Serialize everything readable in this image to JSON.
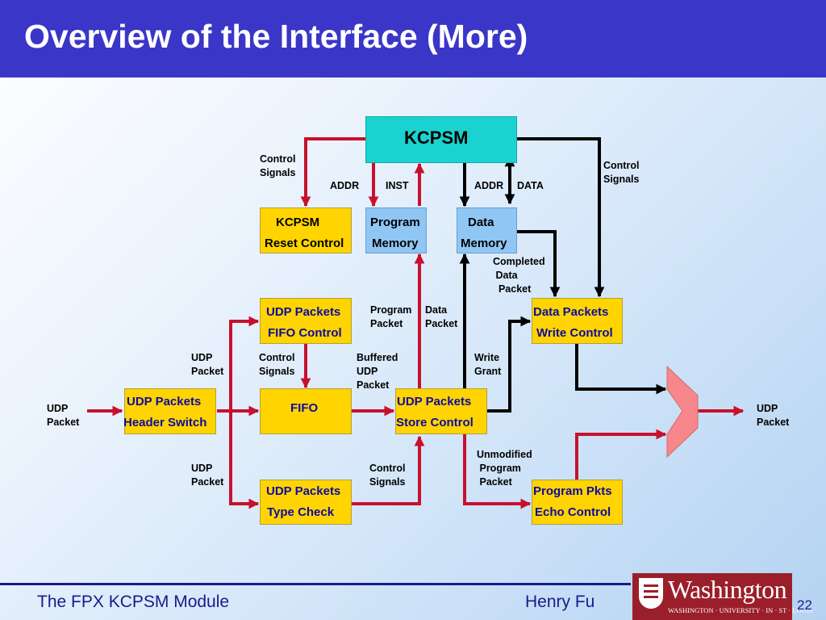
{
  "title": "Overview of the Interface (More)",
  "footer": {
    "left": "The FPX KCPSM Module",
    "author": "Henry Fu",
    "page": "22"
  },
  "logo": {
    "name": "Washington",
    "subtitle": "WASHINGTON · UNIVERSITY · IN · ST · LOUIS"
  },
  "colors": {
    "title_bar": "#3a36c8",
    "module_box": "#ffd400",
    "memory_box": "#8fc6f4",
    "core_box": "#1ad3d0",
    "red_arrow": "#c8102e",
    "black_arrow": "#000000",
    "mux": "#f7878a"
  },
  "boxes": {
    "kcpsm": "KCPSM",
    "reset_1": "KCPSM",
    "reset_2": "Reset Control",
    "prog_1": "Program",
    "prog_2": "Memory",
    "data_1": "Data",
    "data_2": "Memory",
    "fifoc_1": "UDP Packets",
    "fifoc_2": "FIFO Control",
    "dpw_1": "Data Packets",
    "dpw_2": "Write Control",
    "hs_1": "UDP Packets",
    "hs_2": "Header Switch",
    "fifo": "FIFO",
    "sc_1": "UDP Packets",
    "sc_2": "Store Control",
    "tc_1": "UDP Packets",
    "tc_2": "Type Check",
    "echo_1": "Program Pkts",
    "echo_2": "Echo Control"
  },
  "labels": {
    "ctrl_tl_1": "Control",
    "ctrl_tl_2": "Signals",
    "addr_1": "ADDR",
    "inst": "INST",
    "addr_2": "ADDR",
    "data": "DATA",
    "ctrl_tr_1": "Control",
    "ctrl_tr_2": "Signals",
    "completed_1": "Completed",
    "completed_2": "Data",
    "completed_3": "Packet",
    "prog_packet_1": "Program",
    "prog_packet_2": "Packet",
    "data_packet_1": "Data",
    "data_packet_2": "Packet",
    "udp_mid_1": "UDP",
    "udp_mid_2": "Packet",
    "ctrl_mid_1": "Control",
    "ctrl_mid_2": "Signals",
    "buffered_1": "Buffered",
    "buffered_2": "UDP",
    "buffered_3": "Packet",
    "wg_1": "Write",
    "wg_2": "Grant",
    "udp_in_1": "UDP",
    "udp_in_2": "Packet",
    "udp_out_1": "UDP",
    "udp_out_2": "Packet",
    "udp_low_1": "UDP",
    "udp_low_2": "Packet",
    "ctrl_low_1": "Control",
    "ctrl_low_2": "Signals",
    "unmod_1": "Unmodified",
    "unmod_2": "Program",
    "unmod_3": "Packet"
  }
}
